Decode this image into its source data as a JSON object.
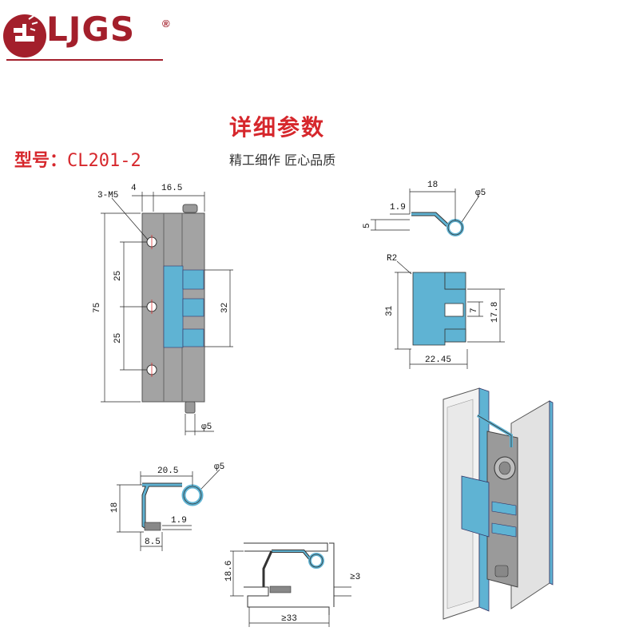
{
  "brand": {
    "name": "LJGS",
    "registered_mark": "®",
    "color": "#a31f2b"
  },
  "header": {
    "title": "详细参数",
    "subtitle": "精工细作 匠心品质"
  },
  "model": {
    "label": "型号：",
    "value": "CL201-2"
  },
  "colors": {
    "accent_red": "#d6272c",
    "part_blue": "#5fb3d3",
    "part_gray": "#9a9a9a"
  },
  "front_view": {
    "dims": {
      "holes": "3-M5",
      "top_left": "4",
      "top_width": "16.5",
      "height_total": "75",
      "hole_pitch_top": "25",
      "hole_pitch_bottom": "25",
      "leaf_height": "32",
      "pin_dia": "φ5"
    }
  },
  "side_view_top": {
    "dims": {
      "width": "18",
      "pin_dia": "φ5",
      "thickness": "1.9",
      "height": "5"
    }
  },
  "leaf_view": {
    "dims": {
      "radius": "R2",
      "height": "31",
      "knuckle_gap": "7",
      "knuckle_span": "17.8",
      "width": "22.45"
    }
  },
  "side_view_bottom": {
    "dims": {
      "width": "20.5",
      "pin_dia": "φ5",
      "height": "18",
      "thickness": "1.9",
      "base": "8.5"
    }
  },
  "install_view": {
    "dims": {
      "height": "18.6",
      "gap": "≥3",
      "panel": "≥33"
    }
  }
}
